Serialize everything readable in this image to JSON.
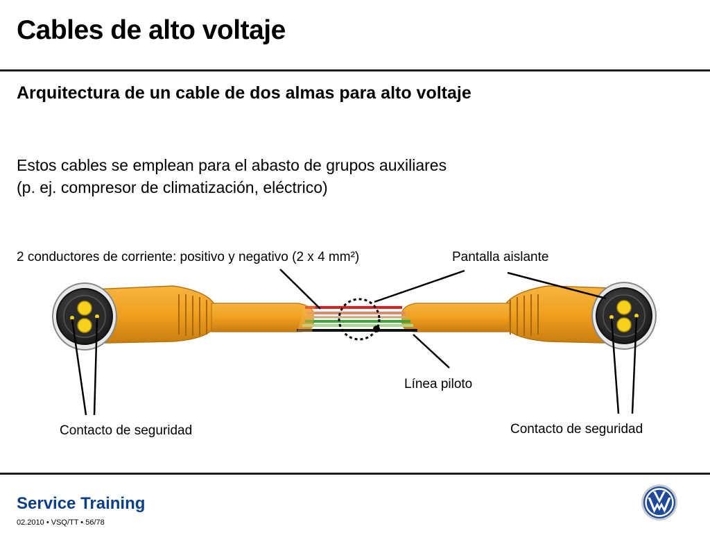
{
  "header": {
    "title": "Cables de alto voltaje"
  },
  "subtitle": "Arquitectura de un cable de dos almas para alto voltaje",
  "description": {
    "line1": "Estos cables se emplean para el abasto de grupos auxiliares",
    "line2": "(p. ej. compresor de climatización, eléctrico)"
  },
  "diagram": {
    "labels": {
      "conductors": "2 conductores de corriente: positivo y negativo (2 x 4 mm²)",
      "shield": "Pantalla aislante",
      "pilot_line": "Línea piloto",
      "safety_contact_left": "Contacto de seguridad",
      "safety_contact_right": "Contacto de seguridad"
    },
    "colors": {
      "sheath": "#f0a01e",
      "sheath_dark": "#b8720c",
      "wire_red": "#e02020",
      "wire_salmon": "#e08a6a",
      "wire_tan": "#c8a878",
      "wire_green": "#3aa83a",
      "wire_light_green": "#a8d890",
      "wire_black": "#111111",
      "connector_face": "#2a2a2a",
      "pin_yellow": "#f6d21e"
    }
  },
  "footer": {
    "brand": "Service Training",
    "meta": "02.2010 • VSQ/TT • 56/78",
    "logo_icon": "vw-logo-icon",
    "brand_color": "#0b3f8a"
  }
}
